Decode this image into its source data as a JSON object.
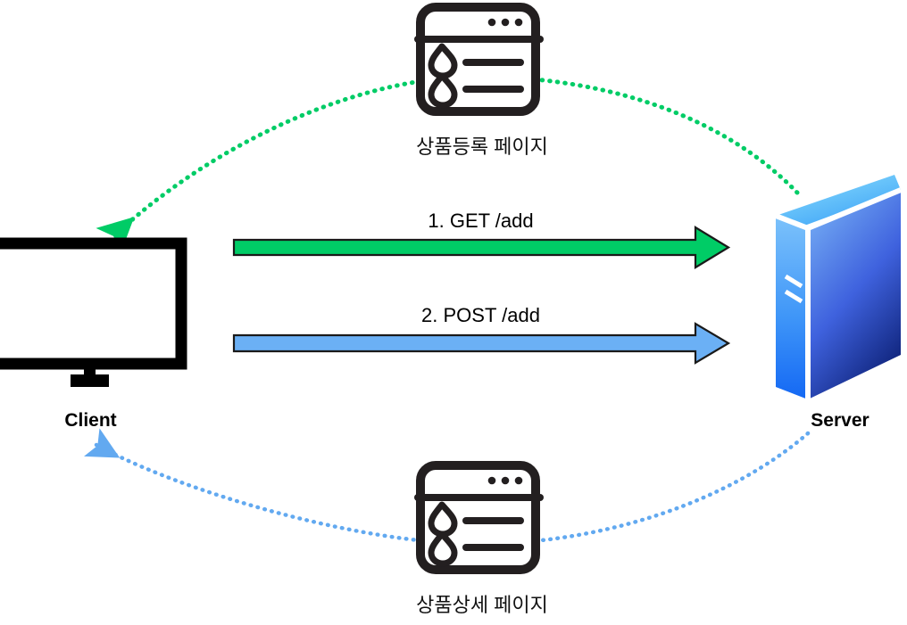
{
  "diagram": {
    "title": "Client-Server request flow for product registration",
    "background": "#ffffff",
    "nodes": {
      "client": {
        "label": "Client",
        "icon": "monitor-icon",
        "color": "#000000"
      },
      "server": {
        "label": "Server",
        "icon": "server-icon",
        "colors": {
          "top": "#6ed2f7",
          "left": "#2f86f6",
          "right": "#1a3fd0"
        }
      },
      "top_page": {
        "label": "상품등록 페이지",
        "icon": "browser-window-icon",
        "color": "#231f20"
      },
      "bottom_page": {
        "label": "상품상세 페이지",
        "icon": "browser-window-icon",
        "color": "#231f20"
      }
    },
    "arrows": [
      {
        "name": "get-add-arrow",
        "label": "1. GET /add",
        "direction": "client-to-server",
        "color": "#00cc66",
        "stroke": "#1a1a1a",
        "style": "solid"
      },
      {
        "name": "post-add-arrow",
        "label": "2. POST /add",
        "direction": "client-to-server",
        "color": "#6bb0f5",
        "stroke": "#1a1a1a",
        "style": "solid"
      },
      {
        "name": "top-response-curve",
        "label": "",
        "direction": "server-to-client",
        "color": "#00cc66",
        "style": "dotted"
      },
      {
        "name": "bottom-response-curve",
        "label": "",
        "direction": "server-to-client",
        "color": "#62a9f0",
        "style": "dotted"
      }
    ]
  }
}
